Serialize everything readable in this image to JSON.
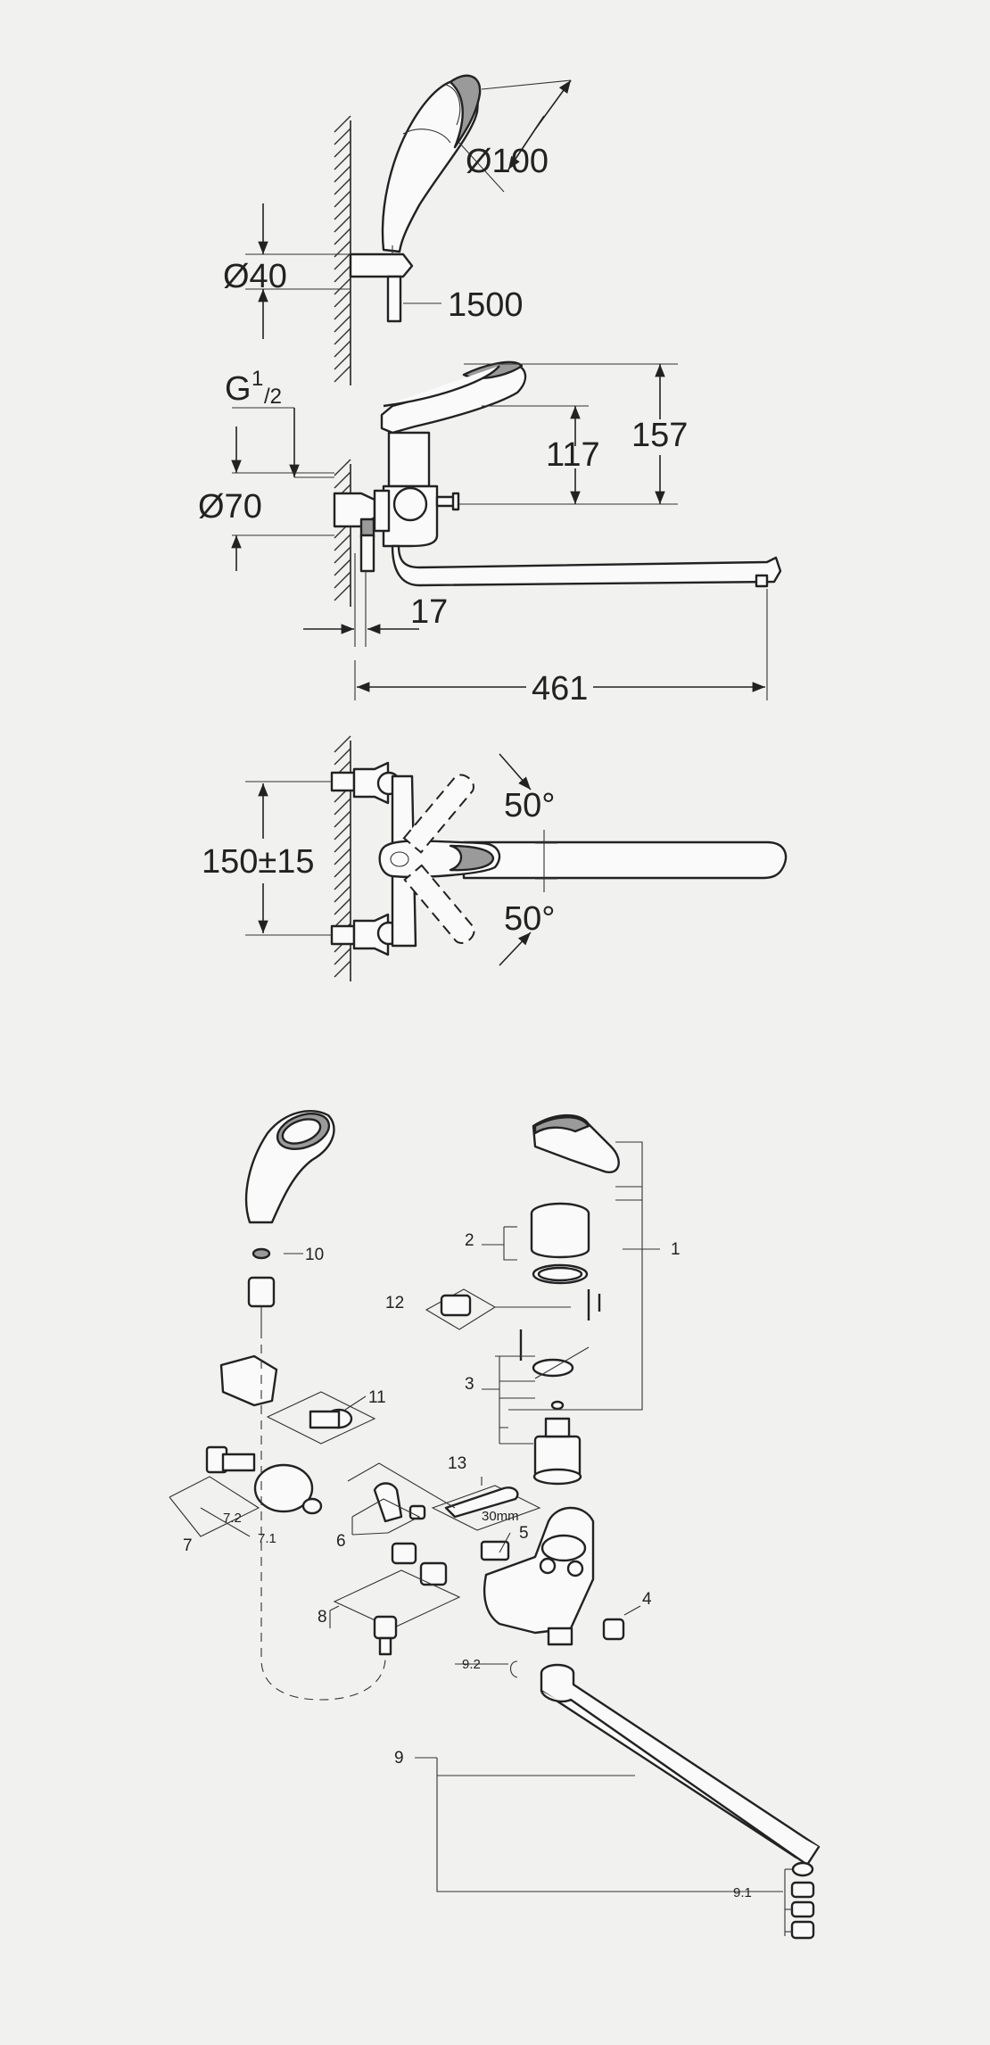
{
  "dimensions": {
    "showerhead_diameter": "Ø100",
    "holder_diameter": "Ø40",
    "hose_length": "1500",
    "thread_g": "G",
    "thread_sup": "1",
    "thread_sub": "/2",
    "escutcheon_diameter": "Ø70",
    "height_117": "117",
    "height_157": "157",
    "wall_offset": "17",
    "spout_reach": "461",
    "centre_distance": "150±15",
    "angle_upper": "50°",
    "angle_lower": "50°"
  },
  "callouts": [
    "1",
    "2",
    "3",
    "4",
    "5",
    "6",
    "7",
    "7.1",
    "7.2",
    "8",
    "9",
    "9.1",
    "9.2",
    "10",
    "11",
    "12",
    "13"
  ],
  "tool_label": "30mm"
}
